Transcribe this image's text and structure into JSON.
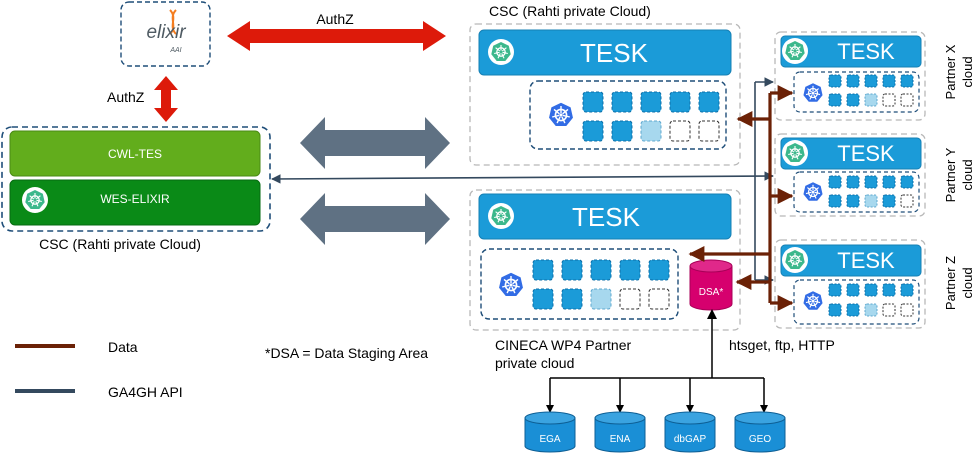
{
  "elixir_logo": {
    "text": "elixir",
    "sub": "AAI"
  },
  "authz_top": "AuthZ",
  "authz_left": "AuthZ",
  "csc_main_label": "CSC (Rahti private Cloud)",
  "csc_top_label": "CSC (Rahti private Cloud)",
  "cwl_tes": "CWL-TES",
  "wes_elixir": "WES-ELIXIR",
  "tesk_label": "TESK",
  "cineca_label_1": "CINECA WP4 Partner",
  "cineca_label_2": "private cloud",
  "dsa_label": "DSA*",
  "dsa_note": "*DSA = Data Staging Area",
  "protocols": "htsget, ftp, HTTP",
  "partners": [
    {
      "line1": "Partner X",
      "line2": "cloud"
    },
    {
      "line1": "Partner Y",
      "line2": "cloud"
    },
    {
      "line1": "Partner Z",
      "line2": "cloud"
    }
  ],
  "legend": {
    "data": "Data",
    "api": "GA4GH API"
  },
  "databases": [
    "EGA",
    "ENA",
    "dbGAP",
    "GEO"
  ],
  "colors": {
    "authz_arrow": "#dd1a0a",
    "data_line": "#6b2106",
    "api_line": "#34495e",
    "big_arrow": "#5f7183",
    "tesk_blue": "#1b9bd8",
    "kube_blue": "#326ce5",
    "cwl_green": "#62ad1c",
    "wes_green": "#0a8a17",
    "dsa_pink": "#d6006e",
    "db_blue": "#1a8fd6",
    "dashed_border": "#1f4e79"
  }
}
